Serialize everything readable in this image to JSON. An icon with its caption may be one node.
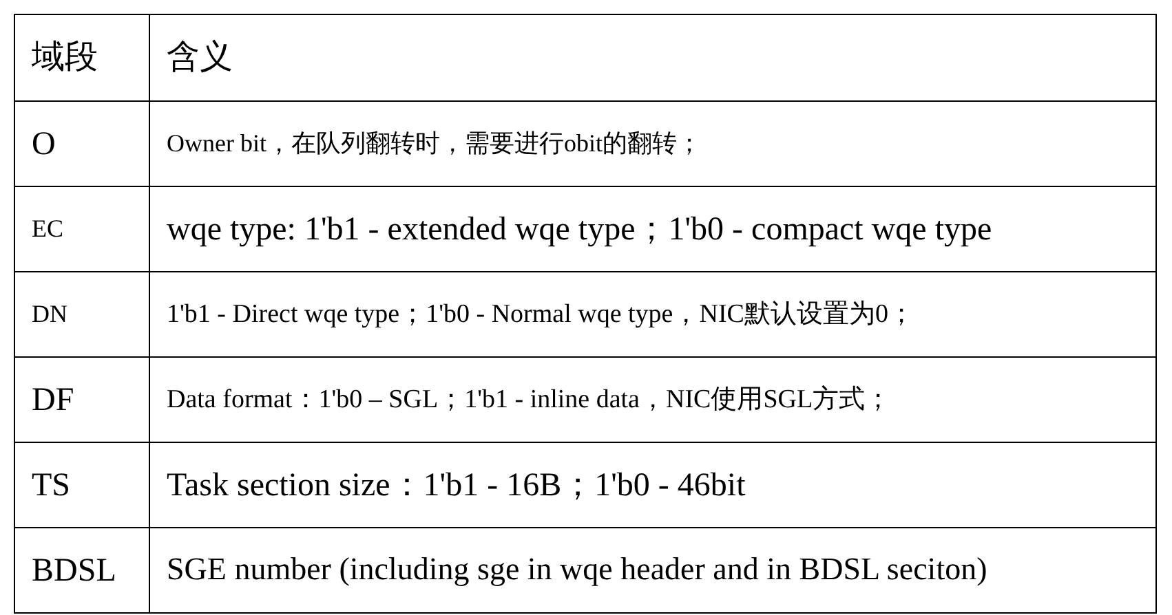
{
  "diagram": {
    "labels": [
      "域段",
      "含义",
      "O",
      "Owner bit，在队列翻转时，需要进行obit的翻转；",
      "EC",
      "wqe type: 1'b1 - extended wqe type；1'b0 - compact wqe type",
      "DN",
      "1'b1 - Direct wqe type；1'b0 - Normal wqe type，NIC默认设置为0；",
      "DF",
      "Data format：1'b0 – SGL；1'b1 - inline data，NIC使用SGL方式；",
      "TS",
      "Task section size：1'b1 - 16B；1'b0 - 46bit",
      "BDSL",
      "SGE number (including sge in wqe header and in BDSL seciton)"
    ]
  }
}
